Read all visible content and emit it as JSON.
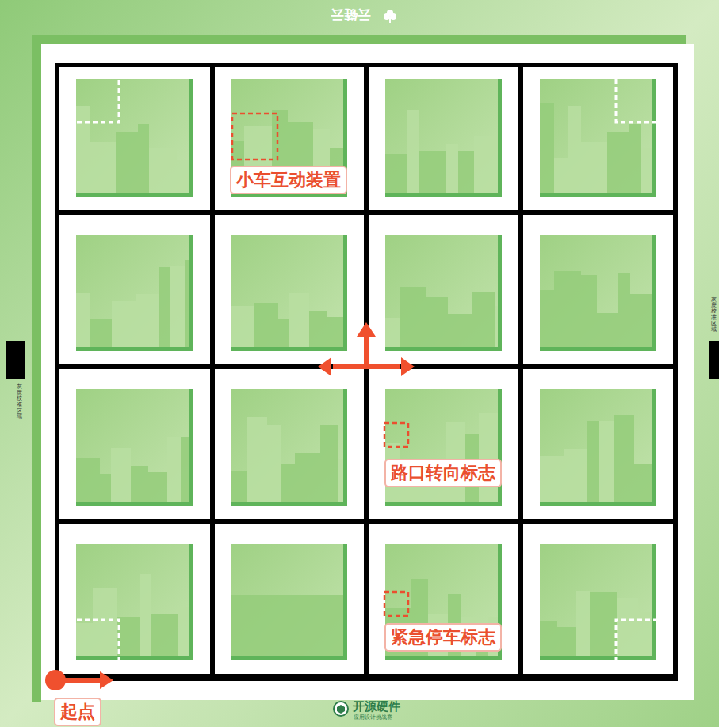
{
  "diagram": {
    "nodes": [
      {
        "text": [
          "小车互动装置"
        ]
      },
      {
        "text": [
          "路口转向标志"
        ]
      },
      {
        "text": [
          "紧急停车标志"
        ]
      },
      {
        "text": [
          "起点"
        ]
      }
    ],
    "edges": [],
    "labels": [
      "云链云",
      "灰度校准区域",
      "灰度校准区域",
      "开源硬件",
      "应用设计挑战赛"
    ]
  }
}
